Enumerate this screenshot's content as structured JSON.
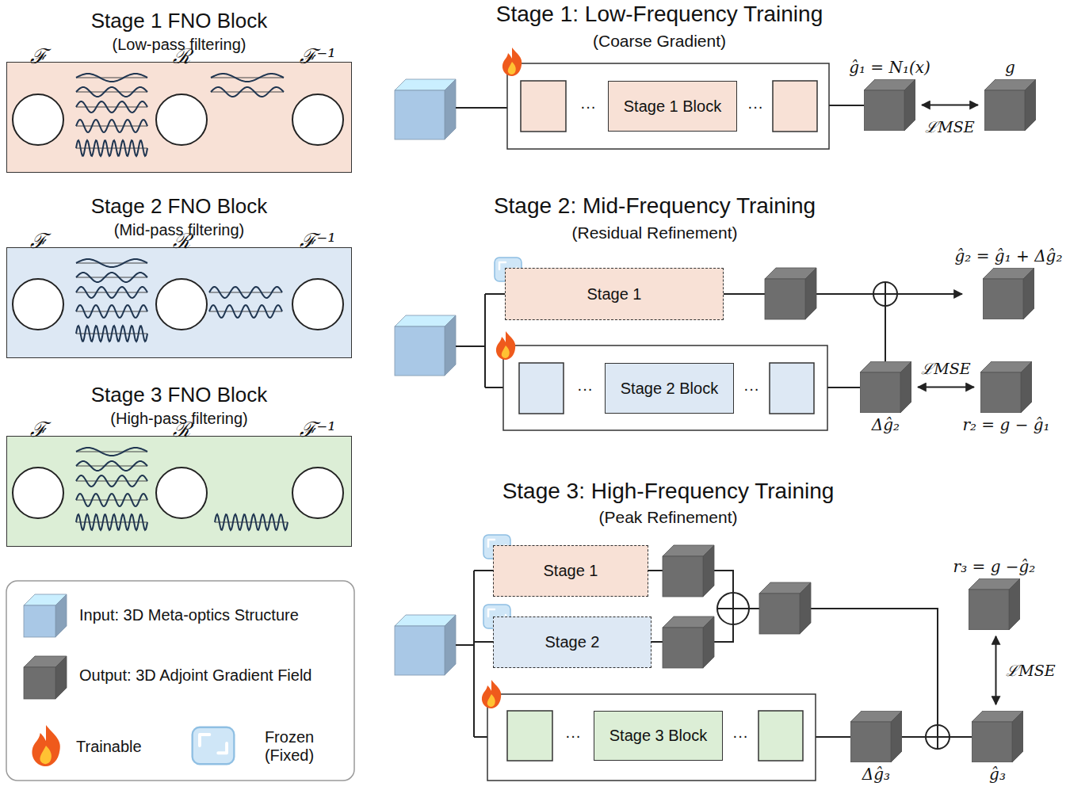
{
  "diagram": {
    "nodes": [
      {
        "text": [
          "Stage 1 FNO Block",
          "(Low-pass filtering)"
        ]
      },
      {
        "text": [
          "ℱ"
        ],
        "in": 0
      },
      {
        "text": [
          "ℛ"
        ],
        "in": 0
      },
      {
        "text": [
          "ℱ⁻¹"
        ],
        "in": 0
      },
      {
        "text": [
          "Stage 2 FNO Block",
          "(Mid-pass filtering)"
        ]
      },
      {
        "text": [
          "ℱ"
        ],
        "in": 4
      },
      {
        "text": [
          "ℛ"
        ],
        "in": 4
      },
      {
        "text": [
          "ℱ⁻¹"
        ],
        "in": 4
      },
      {
        "text": [
          "Stage 3 FNO Block",
          "(High-pass filtering)"
        ]
      },
      {
        "text": [
          "ℱ"
        ],
        "in": 8
      },
      {
        "text": [
          "ℛ"
        ],
        "in": 8
      },
      {
        "text": [
          "ℱ⁻¹"
        ],
        "in": 8
      },
      {
        "text": [
          "Stage 1 Block"
        ]
      },
      {
        "text": [
          "ĝ₁ = N₁(x)"
        ]
      },
      {
        "text": [
          "g"
        ]
      },
      {
        "text": [
          "Stage 1"
        ]
      },
      {
        "text": [
          "Stage 2 Block"
        ]
      },
      {
        "text": [
          "ĝ₂ = ĝ₁ + Δĝ₂"
        ]
      },
      {
        "text": [
          "Δĝ₂"
        ]
      },
      {
        "text": [
          "r₂ = g − ĝ₁"
        ]
      },
      {
        "text": [
          "Stage 1"
        ]
      },
      {
        "text": [
          "Stage 2"
        ]
      },
      {
        "text": [
          "Stage 3 Block"
        ]
      },
      {
        "text": [
          "Δĝ₃"
        ]
      },
      {
        "text": [
          "ĝ₃"
        ]
      },
      {
        "text": [
          "r₃ = g −ĝ₂"
        ]
      }
    ],
    "edges": [
      {
        "from": 13,
        "to": 14,
        "arrow": "both",
        "label": "ℒMSE"
      },
      {
        "from": 18,
        "to": 19,
        "arrow": "both",
        "label": "ℒMSE"
      },
      {
        "from": 24,
        "to": 25,
        "arrow": "both",
        "label": "ℒMSE"
      }
    ],
    "labels": [
      "Stage 1: Low-Frequency Training",
      "(Coarse Gradient)",
      "···",
      "···",
      "Stage 2: Mid-Frequency Training",
      "(Residual Refinement)",
      "···",
      "···",
      "Stage 3: High-Frequency Training",
      "(Peak Refinement)",
      "···",
      "···"
    ],
    "legend": [
      {
        "text": "Input: 3D Meta-optics Structure",
        "color": "#a9c8e6"
      },
      {
        "text": "Output: 3D Adjoint Gradient Field",
        "color": "#6e6e6e"
      },
      {
        "text": "Trainable"
      },
      {
        "text": "Frozen (Fixed)"
      }
    ]
  }
}
